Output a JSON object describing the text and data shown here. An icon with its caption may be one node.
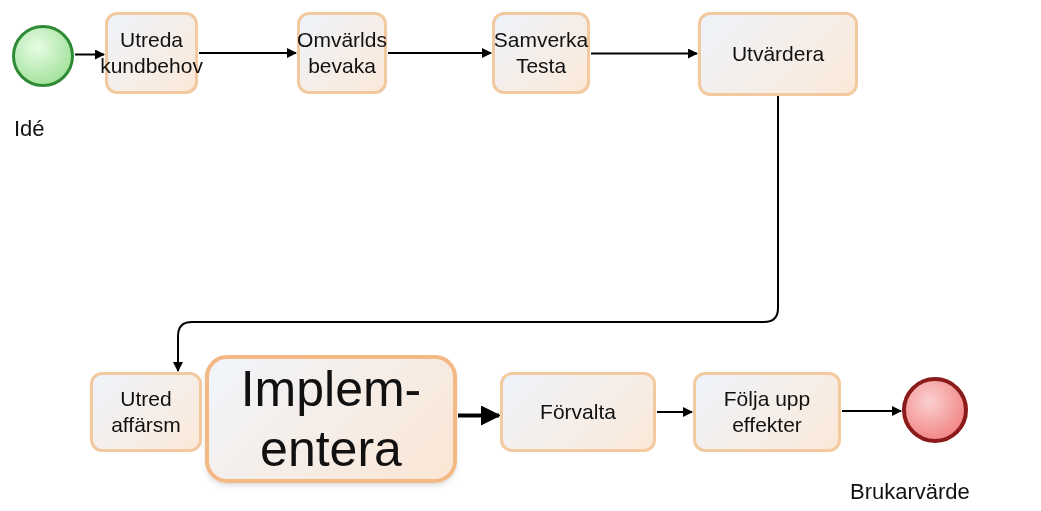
{
  "diagram": {
    "nodes": [
      {
        "text": [],
        "shape": "circle",
        "beside": [
          "Idé"
        ]
      },
      {
        "text": [
          "Utreda kundbehov"
        ]
      },
      {
        "text": [
          "Omvärlds bevaka"
        ]
      },
      {
        "text": [
          "Samverka Testa"
        ]
      },
      {
        "text": [
          "Utvärdera"
        ]
      },
      {
        "text": [
          "Utred affärsm"
        ]
      },
      {
        "text": [
          "Implem- entera"
        ]
      },
      {
        "text": [
          "Förvalta"
        ]
      },
      {
        "text": [
          "Följa upp effekter"
        ]
      },
      {
        "text": [],
        "shape": "circle",
        "beside": [
          "Brukarvärde"
        ]
      }
    ],
    "edges": [
      {
        "from": 0,
        "to": 1,
        "arrow": "to"
      },
      {
        "from": 1,
        "to": 2,
        "arrow": "to"
      },
      {
        "from": 2,
        "to": 3,
        "arrow": "to"
      },
      {
        "from": 3,
        "to": 4,
        "arrow": "to"
      },
      {
        "from": 4,
        "to": 5,
        "arrow": "to"
      },
      {
        "from": 6,
        "to": 7,
        "arrow": "to",
        "style": "thick"
      },
      {
        "from": 7,
        "to": 8,
        "arrow": "to"
      },
      {
        "from": 8,
        "to": 9,
        "arrow": "to"
      }
    ]
  }
}
